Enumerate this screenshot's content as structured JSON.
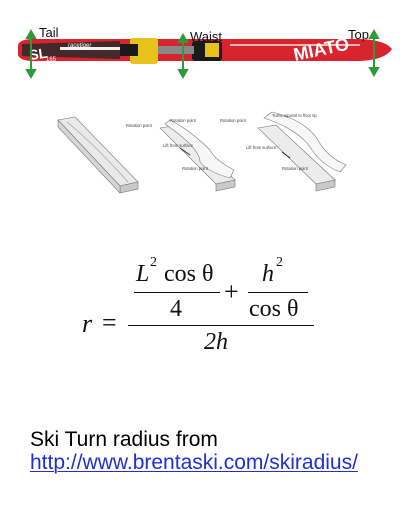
{
  "ski": {
    "labels": {
      "tail": "Tail",
      "waist": "Waist",
      "top": "Top"
    },
    "graphic_text": [
      "racetiger",
      "SL",
      "165",
      "MIATO"
    ],
    "colors": {
      "ski_red": "#d8242c",
      "ski_dark": "#2a2a2a",
      "binding_yellow": "#e6c21a",
      "arrow_green": "#2e9a3c"
    }
  },
  "edge_diagram": {
    "labels": {
      "rotation_point_a": "Rotation point",
      "rotation_point_b": "Rotation point",
      "lift_from_surface_a": "Lift from surface",
      "rotation_point_c": "Rotation point",
      "lift_from_surface_b": "Lift from surface",
      "rotation_point_d": "Rotation point",
      "turns_against_floor": "Turns against to floor tip",
      "rotation_point_e": "Rotation point"
    }
  },
  "formula": {
    "lhs": "r",
    "equals": "=",
    "num_a_base": "L",
    "num_a_exp": "2",
    "num_a_fn": "cos θ",
    "den_a": "4",
    "plus": "+",
    "num_b_base": "h",
    "num_b_exp": "2",
    "den_b": "cos θ",
    "den_main": "2h"
  },
  "caption": {
    "text": "Ski Turn radius from",
    "link": "http://www.brentaski.com/skiradius/"
  }
}
